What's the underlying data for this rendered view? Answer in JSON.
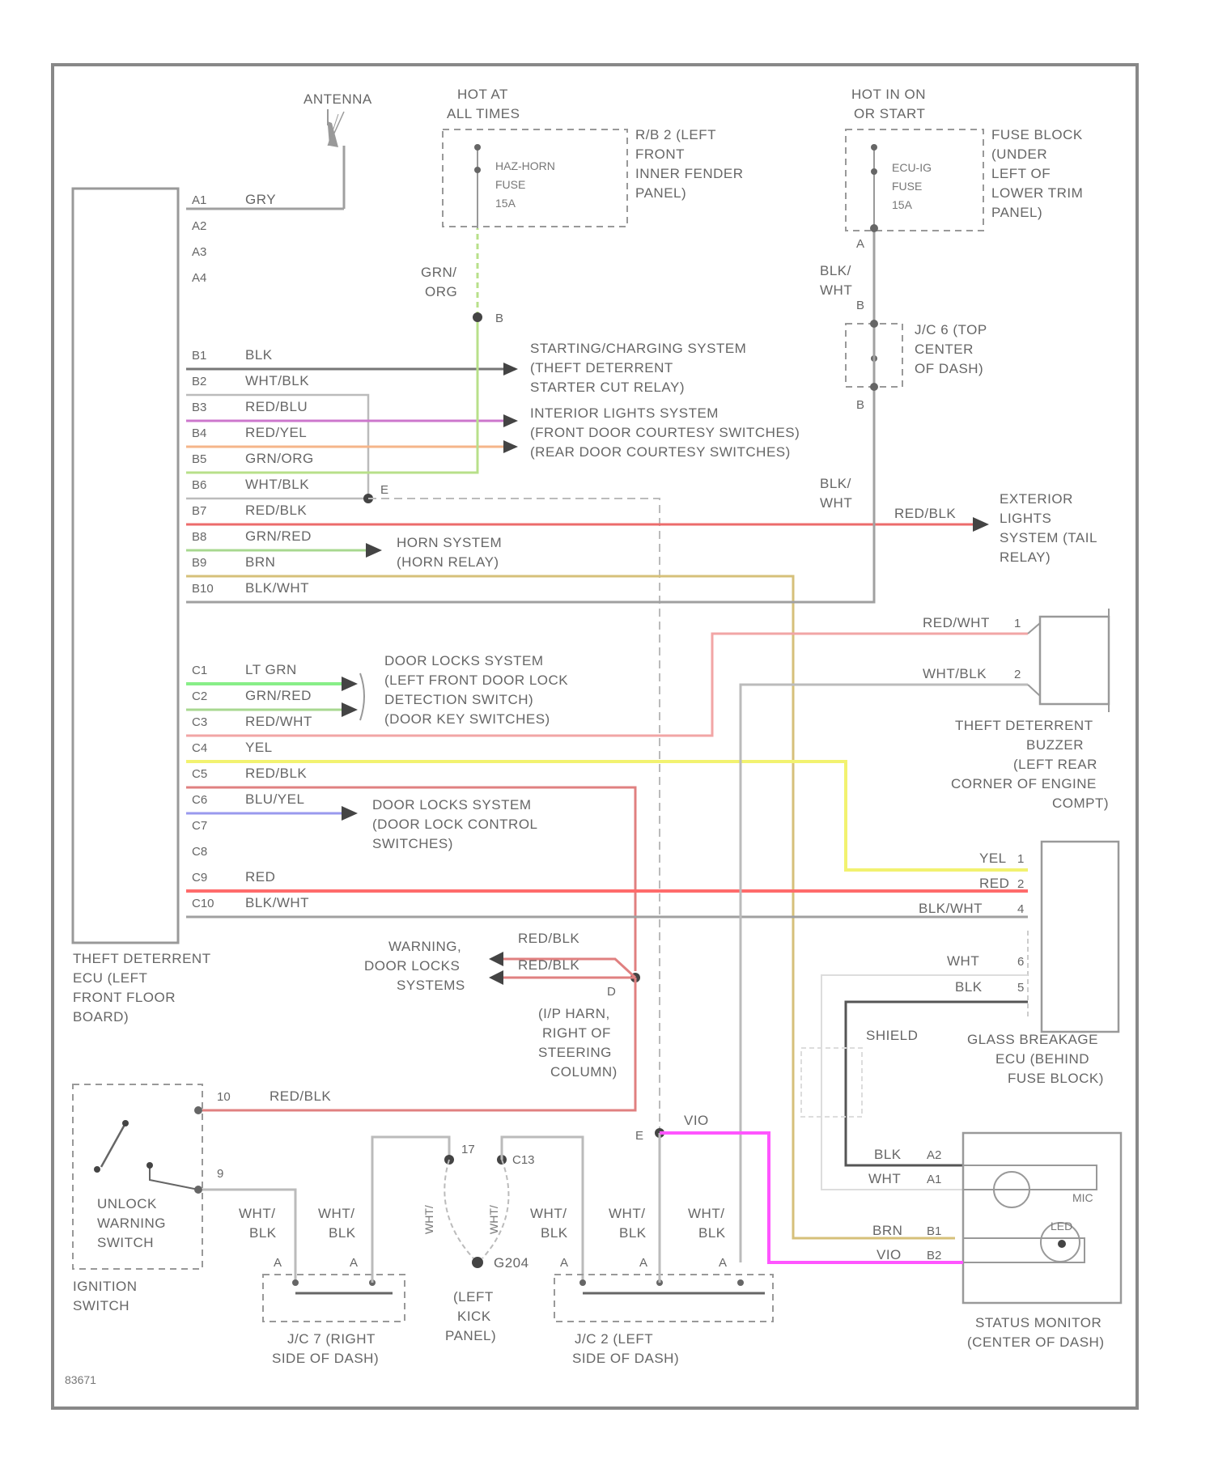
{
  "antenna": "ANTENNA",
  "hot_at_all_times": [
    "HOT AT",
    "ALL TIMES"
  ],
  "hot_in_on": [
    "HOT IN ON",
    "OR START"
  ],
  "fuse_haz": [
    "HAZ-HORN",
    "FUSE",
    "15A"
  ],
  "fuse_haz_loc": [
    "R/B 2 (LEFT",
    "FRONT",
    "INNER FENDER",
    "PANEL)"
  ],
  "fuse_ecu": [
    "ECU-IG",
    "FUSE",
    "15A"
  ],
  "fuse_ecu_loc": [
    "FUSE BLOCK",
    "(UNDER",
    "LEFT OF",
    "LOWER TRIM",
    "PANEL)"
  ],
  "jc6": [
    "J/C 6 (TOP",
    "CENTER",
    "OF DASH)"
  ],
  "ecu_name": [
    "THEFT DETERRENT",
    "ECU (LEFT",
    "FRONT FLOOR",
    "BOARD)"
  ],
  "pins_a": [
    "A1",
    "A2",
    "A3",
    "A4"
  ],
  "pins_b": [
    "B1",
    "B2",
    "B3",
    "B4",
    "B5",
    "B6",
    "B7",
    "B8",
    "B9",
    "B10"
  ],
  "pins_c": [
    "C1",
    "C2",
    "C3",
    "C4",
    "C5",
    "C6",
    "C7",
    "C8",
    "C9",
    "C10"
  ],
  "wire_a1": "GRY",
  "wires_b": [
    "BLK",
    "WHT/BLK",
    "RED/BLU",
    "RED/YEL",
    "GRN/ORG",
    "WHT/BLK",
    "RED/BLK",
    "GRN/RED",
    "BRN",
    "BLK/WHT"
  ],
  "wires_c": [
    "LT GRN",
    "GRN/RED",
    "RED/WHT",
    "YEL",
    "RED/BLK",
    "BLU/YEL",
    "",
    "",
    "RED",
    "BLK/WHT"
  ],
  "grn_org": [
    "GRN/",
    "ORG"
  ],
  "blk_wht_stack": [
    "BLK/",
    "WHT"
  ],
  "starting_sys": [
    "STARTING/CHARGING SYSTEM",
    "(THEFT DETERRENT",
    "STARTER CUT RELAY)"
  ],
  "interior_sys": [
    "INTERIOR LIGHTS SYSTEM",
    "(FRONT DOOR COURTESY SWITCHES)",
    "(REAR DOOR COURTESY SWITCHES)"
  ],
  "exterior_sys": [
    "EXTERIOR",
    "LIGHTS",
    "SYSTEM (TAIL",
    "RELAY)"
  ],
  "horn_sys": [
    "HORN SYSTEM",
    "(HORN RELAY)"
  ],
  "doorlock_sys1": [
    "DOOR LOCKS SYSTEM",
    "(LEFT FRONT DOOR LOCK",
    "DETECTION SWITCH)",
    "(DOOR KEY SWITCHES)"
  ],
  "doorlock_sys2": [
    "DOOR LOCKS SYSTEM",
    "(DOOR LOCK CONTROL",
    "SWITCHES)"
  ],
  "buzzer_name": [
    "THEFT DETERRENT",
    "BUZZER",
    "(LEFT REAR",
    "CORNER OF ENGINE",
    "COMPT)"
  ],
  "buzzer_wires": [
    "RED/WHT",
    "WHT/BLK"
  ],
  "glass_wires": [
    "YEL",
    "RED",
    "BLK/WHT",
    "WHT",
    "BLK"
  ],
  "glass_name": [
    "GLASS BREAKAGE",
    "ECU (BEHIND",
    "FUSE BLOCK)"
  ],
  "shield": "SHIELD",
  "warning_sys": [
    "WARNING,",
    "DOOR LOCKS",
    "SYSTEMS"
  ],
  "red_blk": "RED/BLK",
  "ip_harn": [
    "(I/P HARN,",
    "RIGHT OF",
    "STEERING",
    "COLUMN)"
  ],
  "unlock_switch": [
    "UNLOCK",
    "WARNING",
    "SWITCH"
  ],
  "ignition": [
    "IGNITION",
    "SWITCH"
  ],
  "wht_blk_stack": [
    "WHT/",
    "BLK"
  ],
  "jc7": [
    "J/C 7 (RIGHT",
    "SIDE OF DASH)"
  ],
  "jc2": [
    "J/C 2 (LEFT",
    "SIDE OF DASH)"
  ],
  "ground": "G204",
  "ground_loc": [
    "(LEFT",
    "KICK",
    "PANEL)"
  ],
  "vio": "VIO",
  "status_wires": [
    "BLK",
    "WHT",
    "BRN",
    "VIO"
  ],
  "status_pins": [
    "A2",
    "A1",
    "B1",
    "B2"
  ],
  "status_name": [
    "STATUS MONITOR",
    "(CENTER OF DASH)"
  ],
  "mic": "MIC",
  "led": "LED",
  "fig_id": "83671",
  "colors": {
    "frame": "#888888",
    "gray_wire": "#a0a0a0",
    "red": "#ec6b6b",
    "pink": "#f2a5a5",
    "orange": "#f5b58a",
    "magenta": "#cc77cc",
    "green": "#88e08a",
    "yellow": "#f7f77a",
    "tan": "#d6c07a",
    "blue": "#9999ee",
    "violet": "#ff55ff",
    "black": "#555555"
  }
}
